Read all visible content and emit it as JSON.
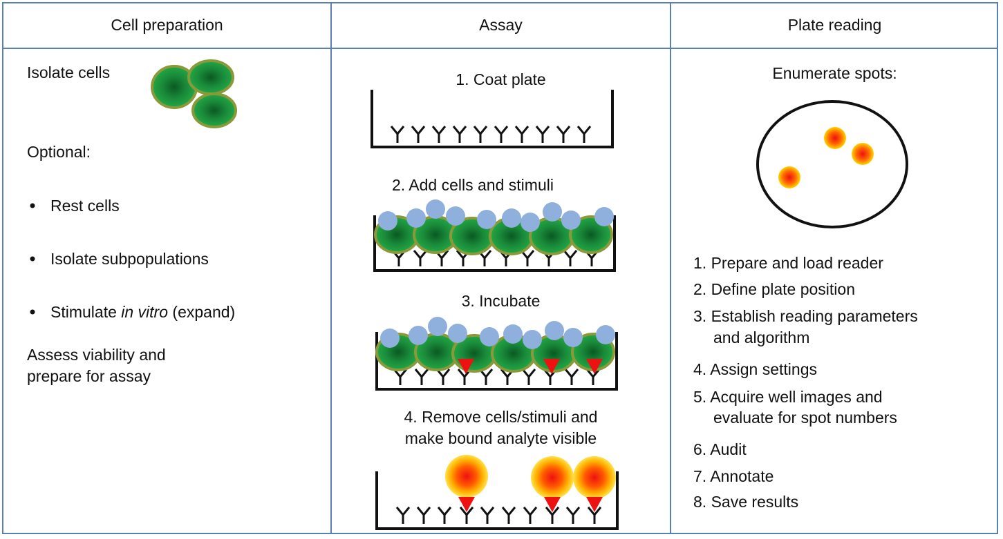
{
  "columns": {
    "cell_prep": "Cell preparation",
    "assay": "Assay",
    "plate_reading": "Plate reading"
  },
  "cell_prep": {
    "isolate": "Isolate cells",
    "optional": "Optional:",
    "bullets": [
      "Rest cells",
      "Isolate subpopulations"
    ],
    "stimulate_prefix": "Stimulate ",
    "stimulate_italic": "in vitro",
    "stimulate_suffix": " (expand)",
    "assess_line1": "Assess viability and",
    "assess_line2": "prepare for assay"
  },
  "assay": {
    "step1": "1. Coat plate",
    "step2": "2. Add cells and stimuli",
    "step3": "3. Incubate",
    "step4_line1": "4. Remove cells/stimuli and",
    "step4_line2": "make bound analyte visible"
  },
  "plate_reading": {
    "heading": "Enumerate spots:",
    "steps": [
      "1. Prepare and load reader",
      "2. Define plate position",
      "3. Establish reading parameters",
      "and algorithm",
      "4. Assign settings",
      "5. Acquire well images and",
      "evaluate for spot numbers",
      "6. Audit",
      "7. Annotate",
      "8. Save results"
    ]
  },
  "colors": {
    "border": "#5a7fb5",
    "cell_green": "#1a8a3a",
    "cell_rim": "#8a9a3a",
    "stimulus_blue": "#8fb0dd",
    "analyte_red": "#ee1111",
    "spot_yellow": "#ffd400"
  }
}
